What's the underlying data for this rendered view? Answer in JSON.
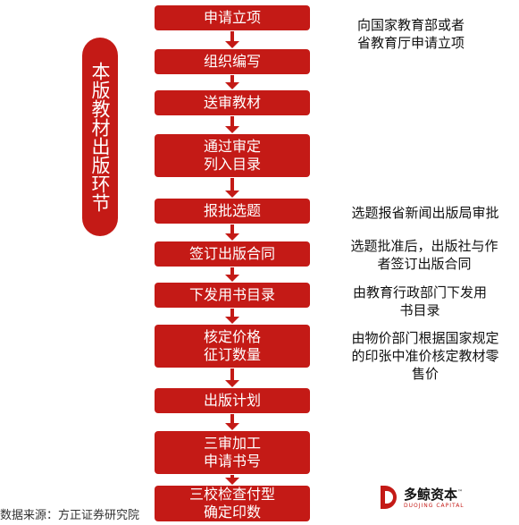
{
  "side_label": "本版教材出版环节",
  "steps": [
    "申请立项",
    "组织编写",
    "送审教材",
    "通过审定\n列入目录",
    "报批选题",
    "签订出版合同",
    "下发用书目录",
    "核定价格\n征订数量",
    "出版计划",
    "三审加工\n申请书号",
    "三校检查付型\n确定印数"
  ],
  "notes": [
    "向国家教育部或者\n省教育厅申请立项",
    "选题报省新闻出版局审批",
    "选题批准后，出版社与作\n者签订出版合同",
    "由教育行政部门下发用\n书目录",
    "由物价部门根据国家规定\n的印张中准价核定教材零\n售价"
  ],
  "source": "数据来源：方正证券研究院",
  "logo": {
    "name": "多鲸资本",
    "name_en": "DUOJING CAPITAL",
    "tm": "™"
  },
  "colors": {
    "accent": "#c41a16"
  }
}
